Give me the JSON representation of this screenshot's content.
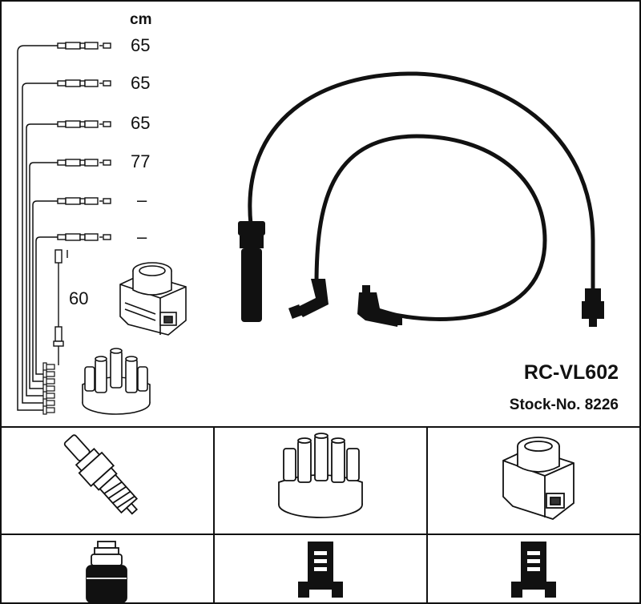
{
  "unit": "cm",
  "lengths": [
    "65",
    "65",
    "65",
    "77",
    "–",
    "–"
  ],
  "coil_lead_length": "60",
  "product": {
    "code": "RC-VL602",
    "stock_label": "Stock-No. 8226"
  },
  "icons": {
    "top_coil": "ignition-coil-icon",
    "top_cap": "distributor-cap-icon",
    "row1": [
      "spark-plug-icon",
      "distributor-cap-icon",
      "ignition-coil-icon"
    ],
    "row2": [
      "plug-boot-icon",
      "cap-terminal-icon",
      "coil-terminal-icon"
    ]
  }
}
